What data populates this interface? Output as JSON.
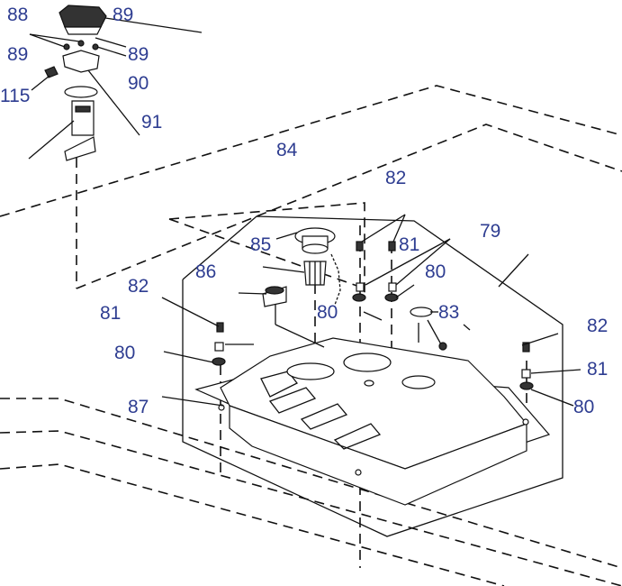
{
  "labels": {
    "l88": "88",
    "l89a": "89",
    "l89b": "89",
    "l89c": "89",
    "l90": "90",
    "l115": "115",
    "l91": "91",
    "l84": "84",
    "l82a": "82",
    "l79": "79",
    "l85": "85",
    "l81a": "81",
    "l86": "86",
    "l80a": "80",
    "l82b": "82",
    "l80b": "80",
    "l83": "83",
    "l81b": "81",
    "l82c": "82",
    "l80c": "80",
    "l81c": "81",
    "l87": "87",
    "l80d": "80"
  },
  "colors": {
    "label": "#2e3d91",
    "line": "#111111"
  }
}
